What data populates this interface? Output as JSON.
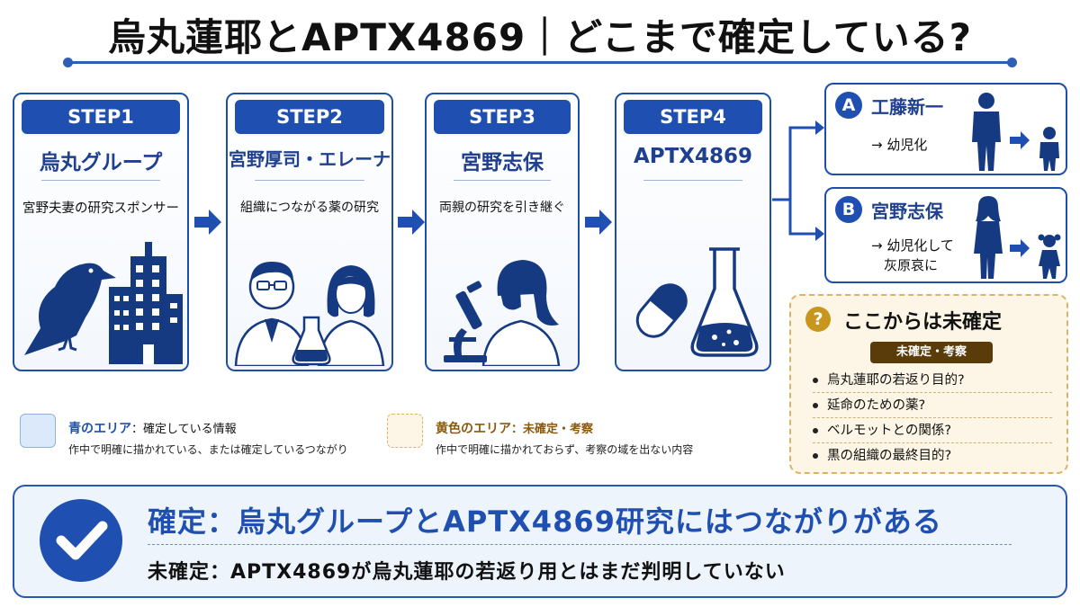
{
  "title": "烏丸蓮耶とAPTX4869｜どこまで確定している?",
  "steps": [
    {
      "badge": "STEP1",
      "title": "烏丸グループ",
      "desc": "宮野夫妻の研究スポンサー"
    },
    {
      "badge": "STEP2",
      "title": "宮野厚司・エレーナ",
      "desc": "組織につながる薬の研究"
    },
    {
      "badge": "STEP3",
      "title": "宮野志保",
      "desc": "両親の研究を引き継ぐ"
    },
    {
      "badge": "STEP4",
      "title": "APTX4869",
      "desc": ""
    }
  ],
  "branches": [
    {
      "letter": "A",
      "name": "工藤新一",
      "note": "→ 幼児化"
    },
    {
      "letter": "B",
      "name": "宮野志保",
      "note_line1": "→ 幼児化して",
      "note_line2": "灰原哀に"
    }
  ],
  "uncertain": {
    "icon": "?",
    "title": "ここからは未確定",
    "badge": "未確定・考察",
    "items": [
      "烏丸蓮耶の若返り目的?",
      "延命のための薬?",
      "ベルモットとの関係?",
      "黒の組織の最終目的?"
    ]
  },
  "legend": {
    "blue_label": "青のエリア",
    "blue_text": "：確定している情報",
    "blue_sub": "作中で明確に描かれている、または確定しているつながり",
    "yellow_label": "黄色のエリア",
    "yellow_text": "：未確定・考察",
    "yellow_sub": "作中で明確に描かれておらず、考察の域を出ない内容"
  },
  "conclusion": {
    "main": "確定：烏丸グループとAPTX4869研究にはつながりがある",
    "sub": "未確定：APTX4869が烏丸蓮耶の若返り用とはまだ判明していない"
  },
  "colors": {
    "primary": "#1f4fb0",
    "navy": "#163a82",
    "uncertain_bg": "#fdf6e6",
    "uncertain_border": "#d8b464"
  }
}
